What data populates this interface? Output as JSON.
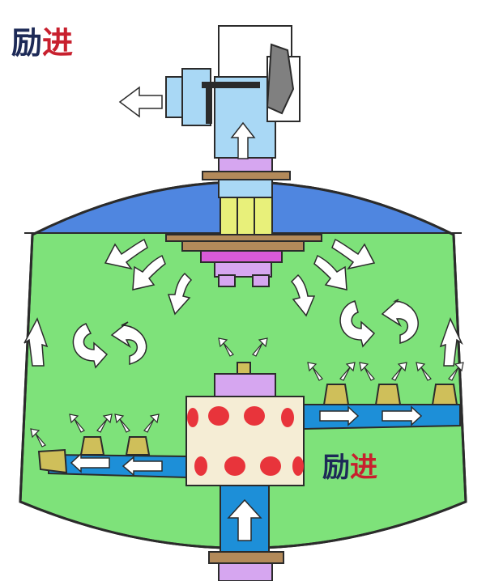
{
  "watermark": {
    "top": {
      "char1": "励",
      "char2": "进"
    },
    "middle": {
      "char1": "励",
      "char2": "进"
    }
  },
  "colors": {
    "outline": "#2b2b2b",
    "tank_fluid": "#7ee27a",
    "tank_top": "#4f86e0",
    "pipe": "#1d8fd8",
    "valve_body": "#a9d8f5",
    "pump": "#f5edd5",
    "dots": "#e8343b",
    "nozzle": "#cfbf5a",
    "flange": "#b38a5a",
    "purple": "#d6a6f0",
    "magenta": "#d85ad8",
    "yellow_box": "#e8f07a",
    "diaphragm": "#808080",
    "arrow": "#ffffff"
  }
}
